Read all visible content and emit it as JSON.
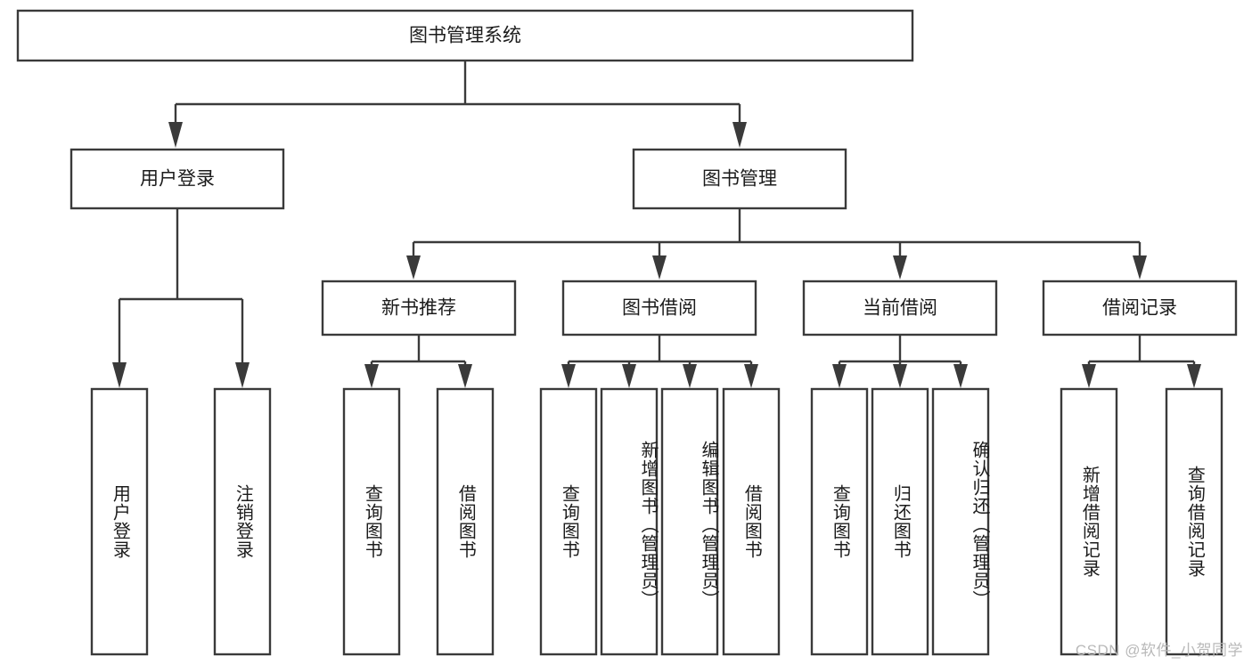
{
  "diagram": {
    "title": "图书管理系统",
    "type": "tree",
    "watermark": "CSDN @软件_小贺同学",
    "colors": {
      "stroke": "#3a3a3a",
      "box_fill": "#ffffff",
      "text": "#1b1b1b",
      "watermark": "#b9b9b9",
      "background": "#ffffff"
    },
    "levels": {
      "root": {
        "label": "图书管理系统"
      },
      "level2": [
        {
          "id": "user-login",
          "label": "用户登录"
        },
        {
          "id": "book-management",
          "label": "图书管理"
        }
      ],
      "level3": [
        {
          "id": "new-book-recommend",
          "label": "新书推荐",
          "parent": "book-management"
        },
        {
          "id": "book-borrow",
          "label": "图书借阅",
          "parent": "book-management"
        },
        {
          "id": "current-borrow",
          "label": "当前借阅",
          "parent": "book-management"
        },
        {
          "id": "borrow-record",
          "label": "借阅记录",
          "parent": "book-management"
        }
      ],
      "leaves": [
        {
          "id": "leaf-user-login",
          "label": "用户登录",
          "parent": "user-login"
        },
        {
          "id": "leaf-user-logout",
          "label": "注销登录",
          "parent": "user-login"
        },
        {
          "id": "leaf-query-book-1",
          "label": "查询图书",
          "parent": "new-book-recommend"
        },
        {
          "id": "leaf-borrow-book-1",
          "label": "借阅图书",
          "parent": "new-book-recommend"
        },
        {
          "id": "leaf-query-book-2",
          "label": "查询图书",
          "parent": "book-borrow"
        },
        {
          "id": "leaf-add-book",
          "label": "新增图书（管理员）",
          "parent": "book-borrow"
        },
        {
          "id": "leaf-edit-book",
          "label": "编辑图书（管理员）",
          "parent": "book-borrow"
        },
        {
          "id": "leaf-borrow-book-2",
          "label": "借阅图书",
          "parent": "book-borrow"
        },
        {
          "id": "leaf-query-book-3",
          "label": "查询图书",
          "parent": "current-borrow"
        },
        {
          "id": "leaf-return-book",
          "label": "归还图书",
          "parent": "current-borrow"
        },
        {
          "id": "leaf-confirm-return",
          "label": "确认归还（管理员）",
          "parent": "current-borrow"
        },
        {
          "id": "leaf-add-record",
          "label": "新增借阅记录",
          "parent": "borrow-record"
        },
        {
          "id": "leaf-query-record",
          "label": "查询借阅记录",
          "parent": "borrow-record"
        }
      ]
    }
  }
}
